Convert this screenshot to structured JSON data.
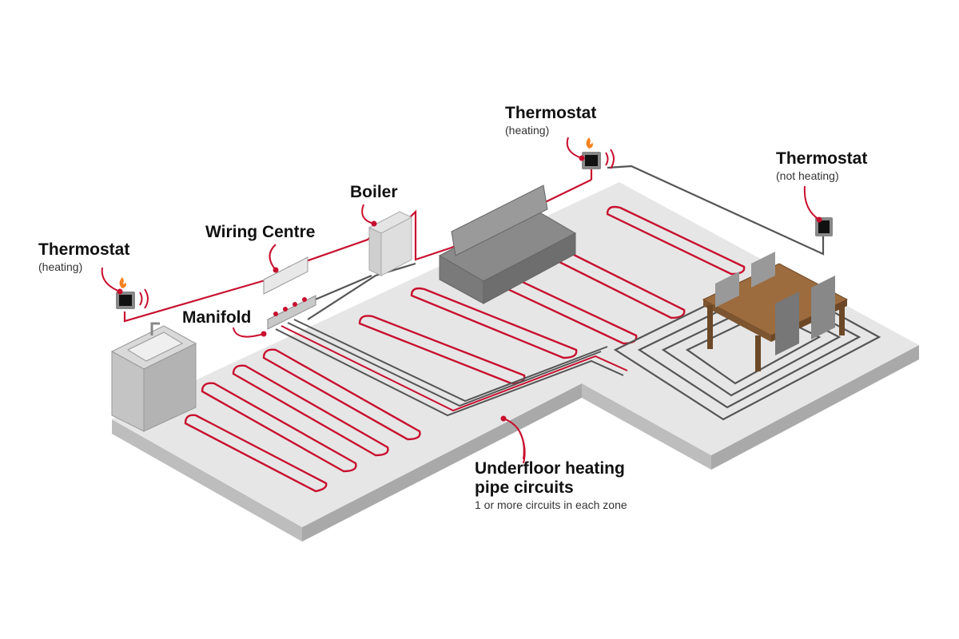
{
  "labels": {
    "thermostat_left": {
      "title": "Thermostat",
      "sub": "(heating)"
    },
    "wiring_centre": {
      "title": "Wiring Centre"
    },
    "boiler": {
      "title": "Boiler"
    },
    "manifold": {
      "title": "Manifold"
    },
    "thermostat_top": {
      "title": "Thermostat",
      "sub": "(heating)"
    },
    "thermostat_right": {
      "title": "Thermostat",
      "sub": "(not heating)"
    },
    "pipe_circuits": {
      "title_line1": "Underfloor heating",
      "title_line2": "pipe circuits",
      "sub": "1 or more circuits in each zone"
    }
  },
  "colors": {
    "accent_red": "#c8102e",
    "wire_grey": "#555555",
    "floor_top": "#e6e6e6",
    "floor_edge": "#bdbdbd",
    "wood": "#9c6b3e",
    "flame": "#f5821f"
  },
  "icons": {
    "flame": "flame-icon",
    "signal": "signal-waves-icon",
    "thermostat": "thermostat-icon"
  }
}
